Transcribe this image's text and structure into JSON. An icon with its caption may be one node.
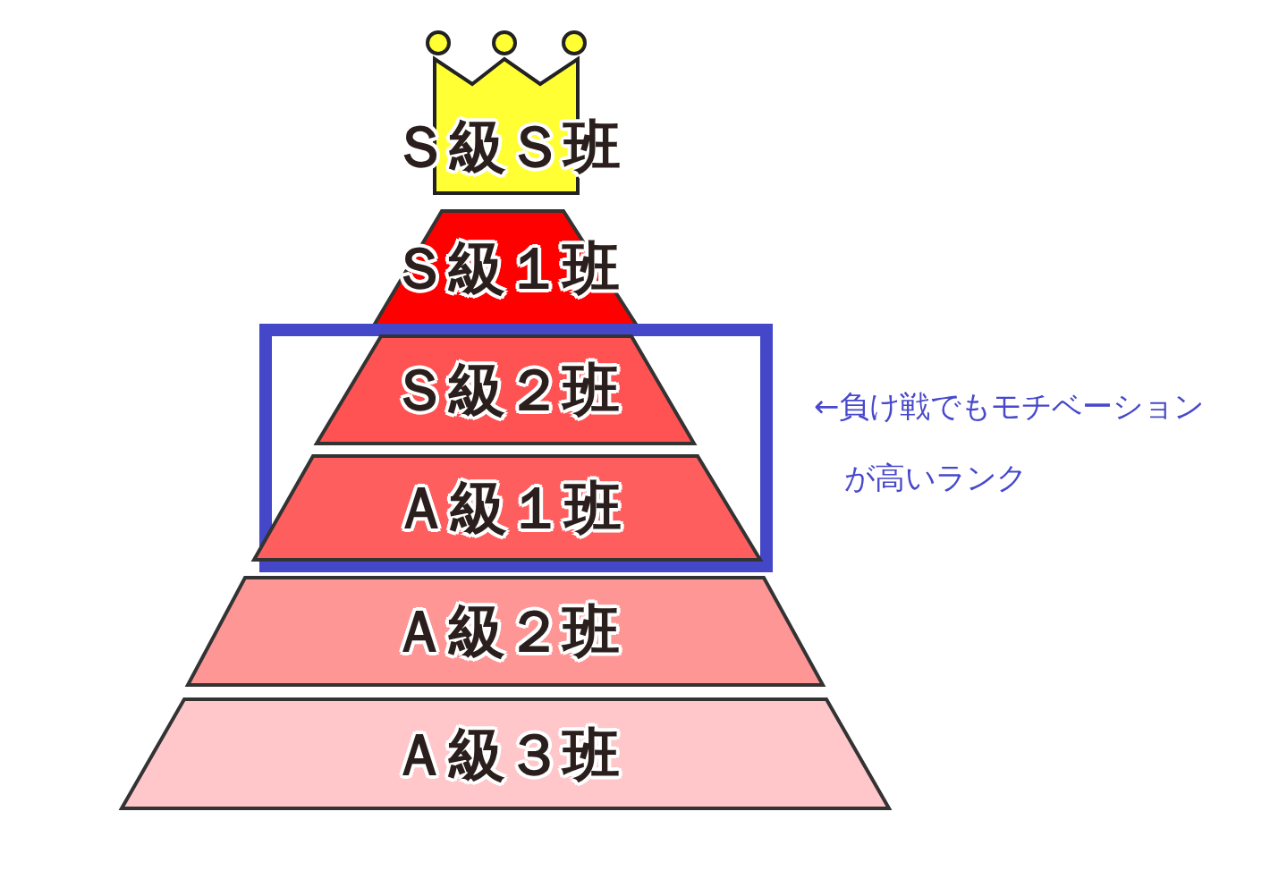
{
  "diagram": {
    "nodes": [
      {
        "text": [
          "Ｓ級Ｓ班"
        ]
      },
      {
        "text": [
          "Ｓ級１班"
        ]
      },
      {
        "text": [],
        "shape": "box",
        "beside": [
          "←負け戦でもモチベーションが高いランク"
        ]
      },
      {
        "text": [
          "Ｓ級２班"
        ],
        "in": 2
      },
      {
        "text": [
          "Ａ級１班"
        ],
        "in": 2
      },
      {
        "text": [
          "Ａ級２班"
        ]
      },
      {
        "text": [
          "Ａ級３班"
        ]
      }
    ]
  }
}
